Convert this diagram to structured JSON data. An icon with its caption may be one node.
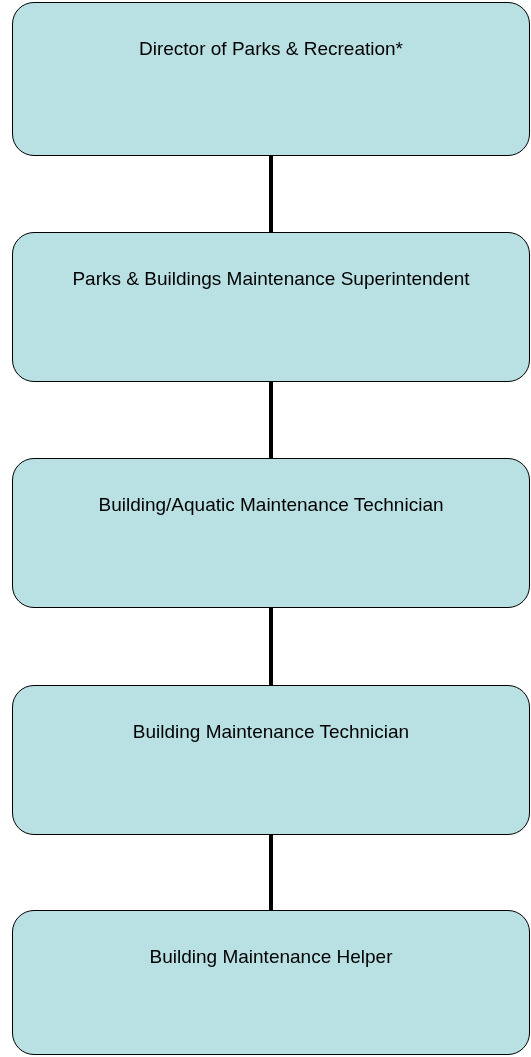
{
  "diagram": {
    "nodes": [
      {
        "text": [
          "Director of Parks & Recreation*"
        ]
      },
      {
        "text": [
          "Parks & Buildings Maintenance Superintendent"
        ]
      },
      {
        "text": [
          "Building/Aquatic Maintenance Technician"
        ]
      },
      {
        "text": [
          "Building Maintenance Technician"
        ]
      },
      {
        "text": [
          "Building Maintenance Helper"
        ]
      }
    ],
    "edges": [
      {
        "from": 0,
        "to": 1,
        "arrow": "none"
      },
      {
        "from": 1,
        "to": 2,
        "arrow": "none"
      },
      {
        "from": 2,
        "to": 3,
        "arrow": "none"
      },
      {
        "from": 3,
        "to": 4,
        "arrow": "none"
      }
    ]
  }
}
